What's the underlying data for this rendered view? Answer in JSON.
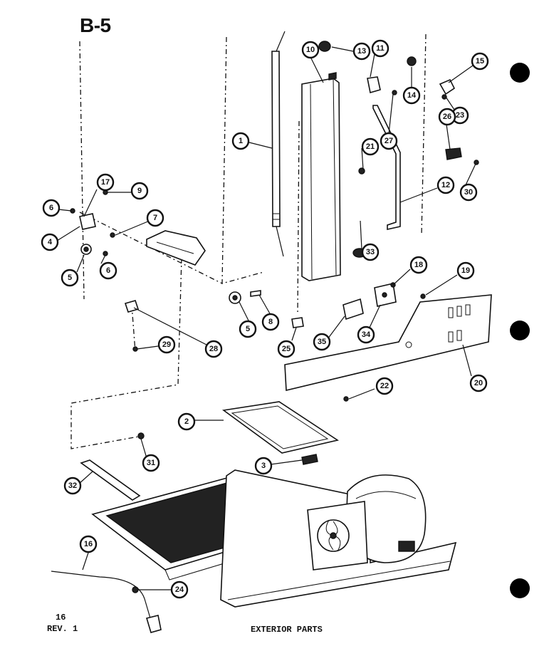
{
  "header": {
    "section_code": "B-5"
  },
  "footer": {
    "page_number": "16",
    "revision": "REV. 1",
    "caption": "EXTERIOR PARTS"
  },
  "callouts": [
    {
      "id": "1",
      "label": "1"
    },
    {
      "id": "2",
      "label": "2"
    },
    {
      "id": "3",
      "label": "3"
    },
    {
      "id": "4",
      "label": "4"
    },
    {
      "id": "5a",
      "label": "5"
    },
    {
      "id": "5b",
      "label": "5"
    },
    {
      "id": "6a",
      "label": "6"
    },
    {
      "id": "6b",
      "label": "6"
    },
    {
      "id": "7",
      "label": "7"
    },
    {
      "id": "8",
      "label": "8"
    },
    {
      "id": "9",
      "label": "9"
    },
    {
      "id": "10",
      "label": "10"
    },
    {
      "id": "11",
      "label": "11"
    },
    {
      "id": "12",
      "label": "12"
    },
    {
      "id": "13",
      "label": "13"
    },
    {
      "id": "14",
      "label": "14"
    },
    {
      "id": "15",
      "label": "15"
    },
    {
      "id": "16",
      "label": "16"
    },
    {
      "id": "17",
      "label": "17"
    },
    {
      "id": "18",
      "label": "18"
    },
    {
      "id": "19",
      "label": "19"
    },
    {
      "id": "20",
      "label": "20"
    },
    {
      "id": "21",
      "label": "21"
    },
    {
      "id": "22",
      "label": "22"
    },
    {
      "id": "23",
      "label": "23"
    },
    {
      "id": "24",
      "label": "24"
    },
    {
      "id": "25",
      "label": "25"
    },
    {
      "id": "26",
      "label": "26"
    },
    {
      "id": "27",
      "label": "27"
    },
    {
      "id": "28",
      "label": "28"
    },
    {
      "id": "29",
      "label": "29"
    },
    {
      "id": "30",
      "label": "30"
    },
    {
      "id": "31",
      "label": "31"
    },
    {
      "id": "32",
      "label": "32"
    },
    {
      "id": "33",
      "label": "33"
    },
    {
      "id": "34",
      "label": "34"
    },
    {
      "id": "35",
      "label": "35"
    }
  ]
}
